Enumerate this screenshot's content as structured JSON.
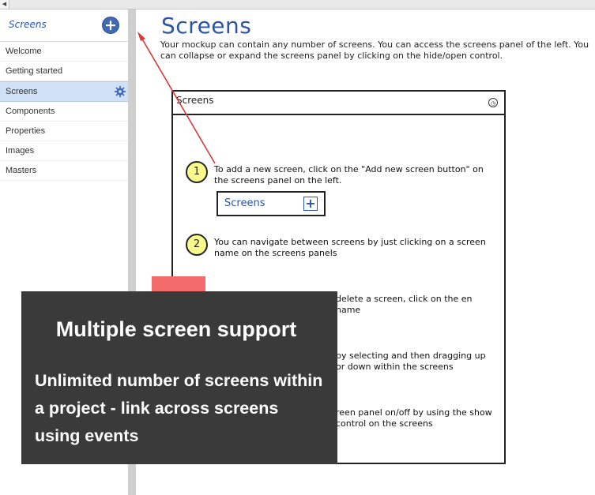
{
  "sidebar": {
    "title": "Screens",
    "add_button_label": "+",
    "items": [
      {
        "label": "Welcome"
      },
      {
        "label": "Getting started"
      },
      {
        "label": "Screens"
      },
      {
        "label": "Components"
      },
      {
        "label": "Properties"
      },
      {
        "label": "Images"
      },
      {
        "label": "Masters"
      }
    ],
    "active_index": 2
  },
  "main": {
    "title": "Screens",
    "description": "Your mockup can contain any number of screens. You can access the screens panel of the left. You can collapse or expand the screens panel by clicking on the hide/open control.",
    "mockup": {
      "title": "Screens",
      "steps": [
        {
          "number": "1",
          "text": "To add a new screen, click on the \"Add new screen button\" on the screens panel on the left."
        },
        {
          "number": "2",
          "text": "You can navigate between screens by just clicking on a screen name on the screens panels"
        },
        {
          "number": "",
          "text": "delete a screen, click on the en name"
        },
        {
          "number": "",
          "text": "by selecting and then dragging up or down within the screens"
        },
        {
          "number": "",
          "text": "reen panel on/off by using the show control on the screens"
        }
      ],
      "mini_panel": {
        "title": "Screens",
        "plus": "+"
      }
    }
  },
  "callout": {
    "title": "Multiple screen support",
    "body": "Unlimited number of screens within a project - link across screens using events"
  },
  "colors": {
    "accent_blue": "#2b55a7",
    "active_item_bg": "#cfe0f7",
    "step_badge": "#fafa8c",
    "arrow_red": "#d43a3a",
    "callout_bg": "#3a3a3a",
    "callout_tab": "#f46b6b"
  }
}
